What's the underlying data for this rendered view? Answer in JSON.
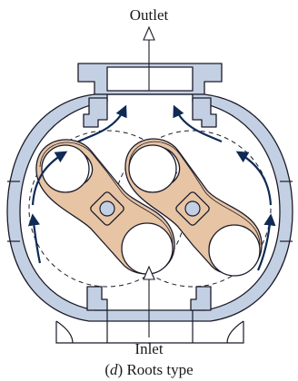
{
  "labels": {
    "outlet": "Outlet",
    "inlet": "Inlet",
    "caption_prefix": "(",
    "caption_letter": "d",
    "caption_suffix": ") Roots type"
  },
  "colors": {
    "housing": "#c3d0e3",
    "lobe": "#e7c4a4",
    "outline": "#1b1b2a",
    "flow_arrow": "#0f2b55",
    "background": "#ffffff"
  }
}
